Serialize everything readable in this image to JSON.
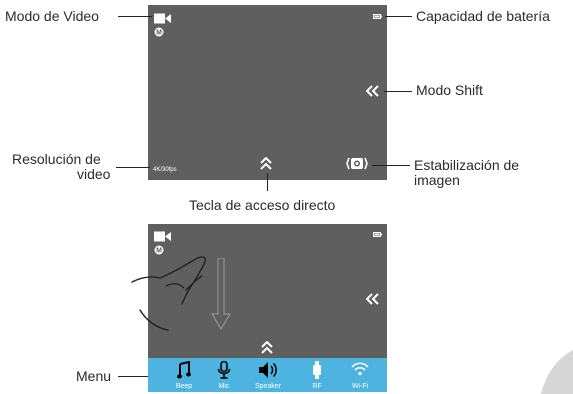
{
  "callouts": {
    "video_mode": "Modo de Video",
    "battery": "Capacidad de batería",
    "shift_mode": "Modo Shift",
    "resolution_line1": "Resolución de",
    "resolution_line2": "video",
    "stabilization_line1": "Estabilización de",
    "stabilization_line2": "imagen",
    "shortcut_key": "Tecla de acceso directo",
    "menu": "Menu"
  },
  "screen1": {
    "resolution": "4K/30fps"
  },
  "menu_items": [
    {
      "label": "Beep",
      "icon": "music-note-icon"
    },
    {
      "label": "Mic",
      "icon": "microphone-icon"
    },
    {
      "label": "Speaker",
      "icon": "speaker-icon"
    },
    {
      "label": "RF",
      "icon": "watch-remote-icon"
    },
    {
      "label": "Wi-Fi",
      "icon": "wifi-icon"
    }
  ],
  "colors": {
    "screen": "#5f5f5f",
    "menu_bar": "#4db3e1",
    "text": "#2b2b2b"
  }
}
